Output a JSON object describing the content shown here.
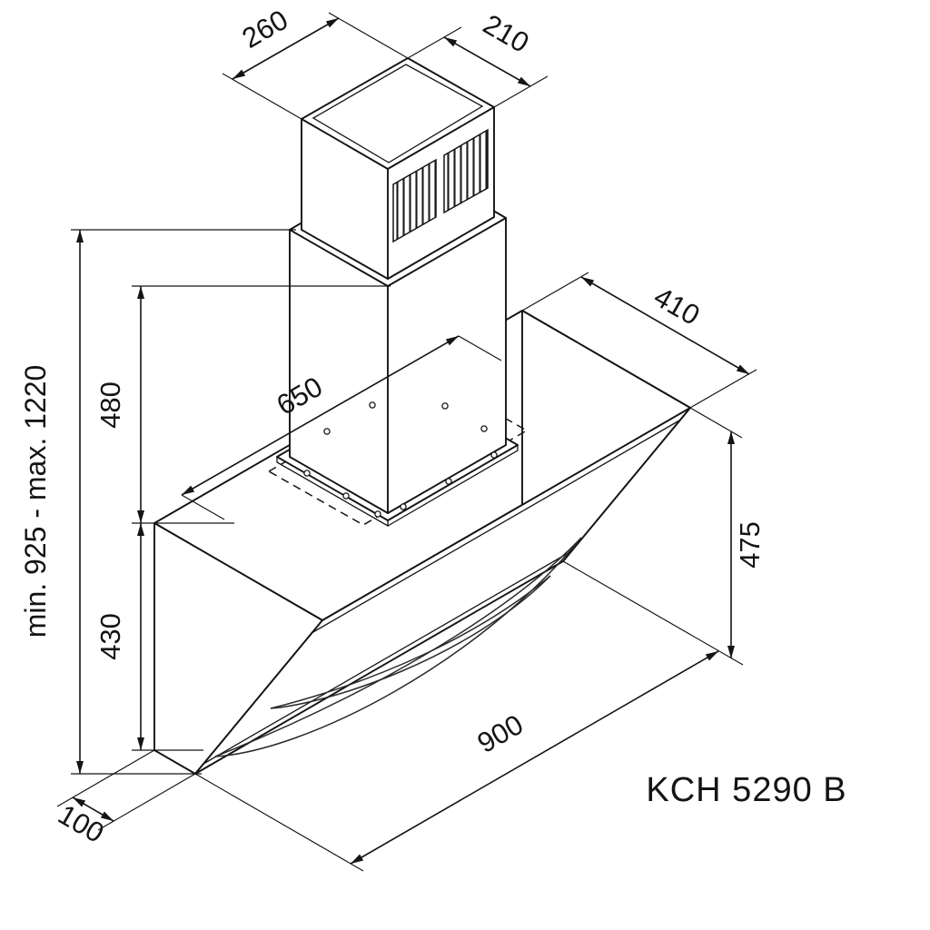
{
  "diagram": {
    "model": "KCH 5290 B",
    "dims": {
      "chimney_top_width": "260",
      "chimney_top_depth": "210",
      "top_depth": "410",
      "top_width": "650",
      "chimney_height": "480",
      "body_height": "430",
      "front_height": "475",
      "width": "900",
      "wall_distance": "100",
      "height_range": "min. 925 - max. 1220"
    }
  }
}
